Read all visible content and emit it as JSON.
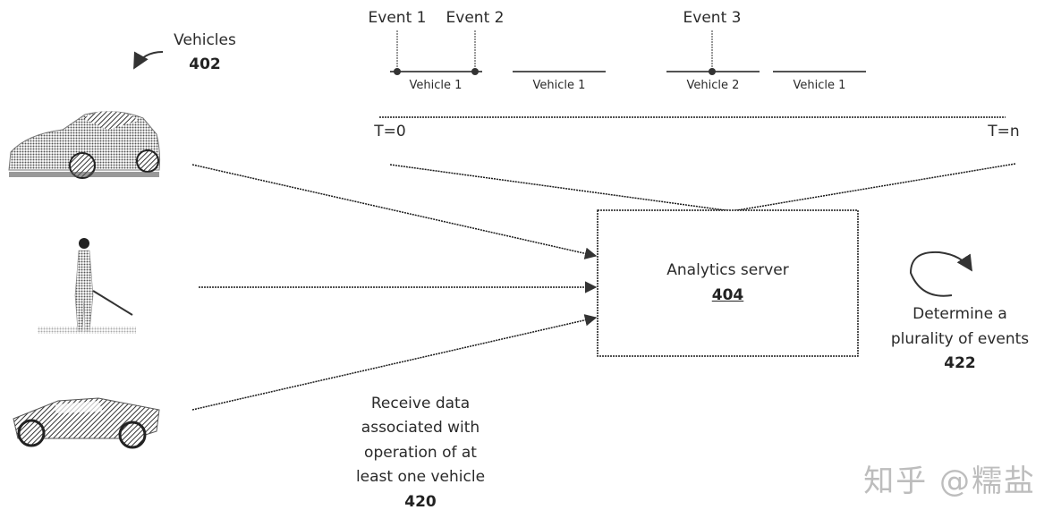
{
  "legend": {
    "vehicles_label": "Vehicles",
    "vehicles_ref": "402"
  },
  "timeline": {
    "events": [
      {
        "label": "Event 1"
      },
      {
        "label": "Event 2"
      },
      {
        "label": "Event 3"
      }
    ],
    "segments": [
      {
        "label": "Vehicle 1"
      },
      {
        "label": "Vehicle 1"
      },
      {
        "label": "Vehicle 2"
      },
      {
        "label": "Vehicle 1"
      }
    ],
    "start_label": "T=0",
    "end_label": "T=n"
  },
  "server": {
    "label": "Analytics server",
    "ref": "404"
  },
  "determine": {
    "line1": "Determine a",
    "line2": "plurality of events",
    "ref": "422"
  },
  "receive": {
    "line1": "Receive data",
    "line2": "associated with",
    "line3": "operation of at",
    "line4": "least one vehicle",
    "ref": "420"
  },
  "sources": [
    {
      "name": "car",
      "icon": "sedan-car-icon"
    },
    {
      "name": "pedestrian",
      "icon": "pedestrian-with-cane-icon"
    },
    {
      "name": "truck",
      "icon": "pickup-truck-icon"
    }
  ],
  "watermark": "知乎 @糯盐",
  "colors": {
    "line": "#1a1a1a",
    "text": "#2a2a2a",
    "watermark": "#bdbdbd"
  }
}
